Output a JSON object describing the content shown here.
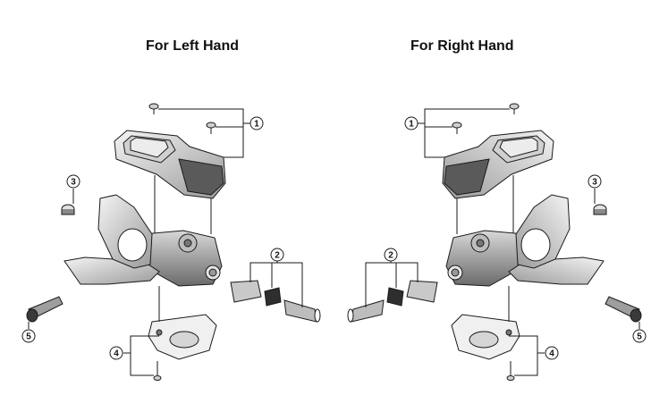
{
  "titles": {
    "left": "For Left Hand",
    "right": "For Right Hand"
  },
  "callouts": {
    "c1": "1",
    "c2": "2",
    "c3": "3",
    "c4": "4",
    "c5": "5"
  },
  "colors": {
    "line": "#1a1a1a",
    "part_fill": "#e6e6e6",
    "dark_fill": "#3a3a3a",
    "background": "#ffffff"
  }
}
